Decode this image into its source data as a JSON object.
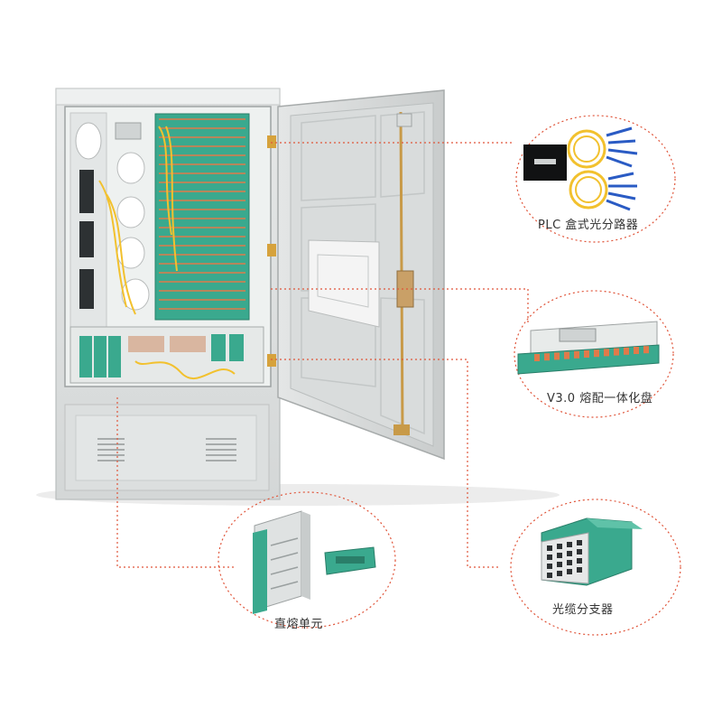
{
  "callouts": [
    {
      "label": "PLC 盒式光分路器",
      "item": "plc-splitter"
    },
    {
      "label": "V3.0 熔配一体化盘",
      "item": "splice-tray"
    },
    {
      "label": "直熔单元",
      "item": "direct-fusion-unit"
    },
    {
      "label": "光缆分支器",
      "item": "cable-branch-box"
    }
  ],
  "colors": {
    "cabinet": "#dcdede",
    "cabinet_shadow": "#b8bcbc",
    "interior": "#e8ebea",
    "teal": "#3aa98e",
    "fiber_yellow": "#f2c12e",
    "callout_line": "#e0553a"
  }
}
